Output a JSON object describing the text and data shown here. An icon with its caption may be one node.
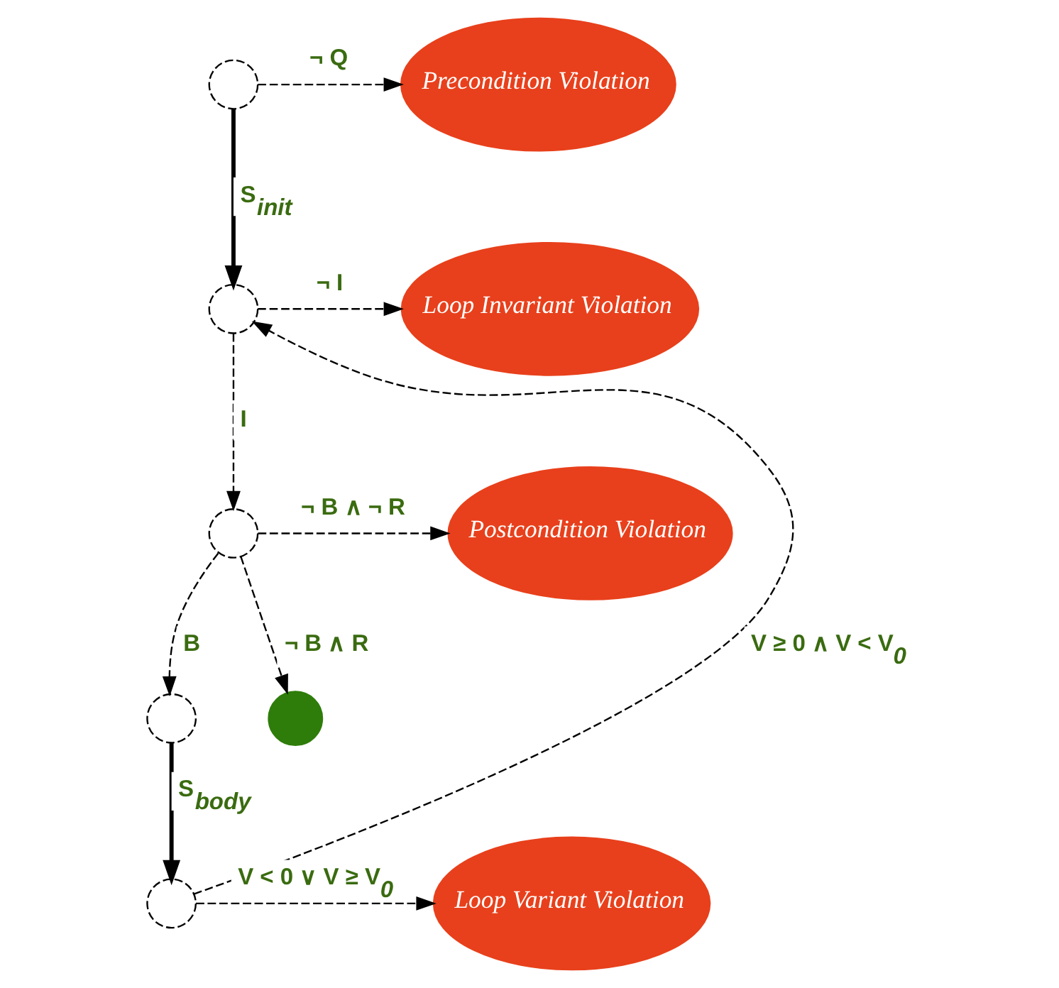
{
  "diagram": {
    "nodes": [
      {
        "text": [],
        "shape": "circle"
      },
      {
        "text": [
          "Precondition Violation"
        ]
      },
      {
        "text": [],
        "shape": "circle"
      },
      {
        "text": [
          "Loop Invariant Violation"
        ]
      },
      {
        "text": [],
        "shape": "circle"
      },
      {
        "text": [
          "Postcondition Violation"
        ]
      },
      {
        "text": [],
        "shape": "circle"
      },
      {
        "text": [],
        "shape": "circle"
      },
      {
        "text": [
          "Loop Variant Violation"
        ]
      },
      {
        "text": [],
        "shape": "circle"
      }
    ],
    "edges": [
      {
        "from": 0,
        "to": 1,
        "arrow": "to",
        "style": "dashed",
        "label": "¬ Q"
      },
      {
        "from": 0,
        "to": 2,
        "arrow": "to",
        "style": "thick",
        "label": "S$_{init}$"
      },
      {
        "from": 2,
        "to": 3,
        "arrow": "to",
        "style": "dashed",
        "label": "¬ I"
      },
      {
        "from": 2,
        "to": 4,
        "arrow": "to",
        "style": "dashed",
        "label": "I"
      },
      {
        "from": 4,
        "to": 5,
        "arrow": "to",
        "style": "dashed",
        "label": "¬ B ∧ ¬ R"
      },
      {
        "from": 4,
        "to": 6,
        "arrow": "to",
        "style": "dashed",
        "label": "B"
      },
      {
        "from": 6,
        "to": 7,
        "arrow": "to",
        "style": "thick",
        "label": "S$_{body}$"
      },
      {
        "from": 7,
        "to": 8,
        "arrow": "to",
        "style": "dashed",
        "label": "V < 0 ∨ V ≥ V$_{0}$"
      },
      {
        "from": 7,
        "to": 2,
        "arrow": "to",
        "style": "dashed",
        "label": "V ≥ 0 ∧ V < V$_{0}$"
      },
      {
        "from": 4,
        "to": 9,
        "arrow": "to",
        "style": "dashed",
        "label": "¬ B ∧ R"
      }
    ]
  }
}
